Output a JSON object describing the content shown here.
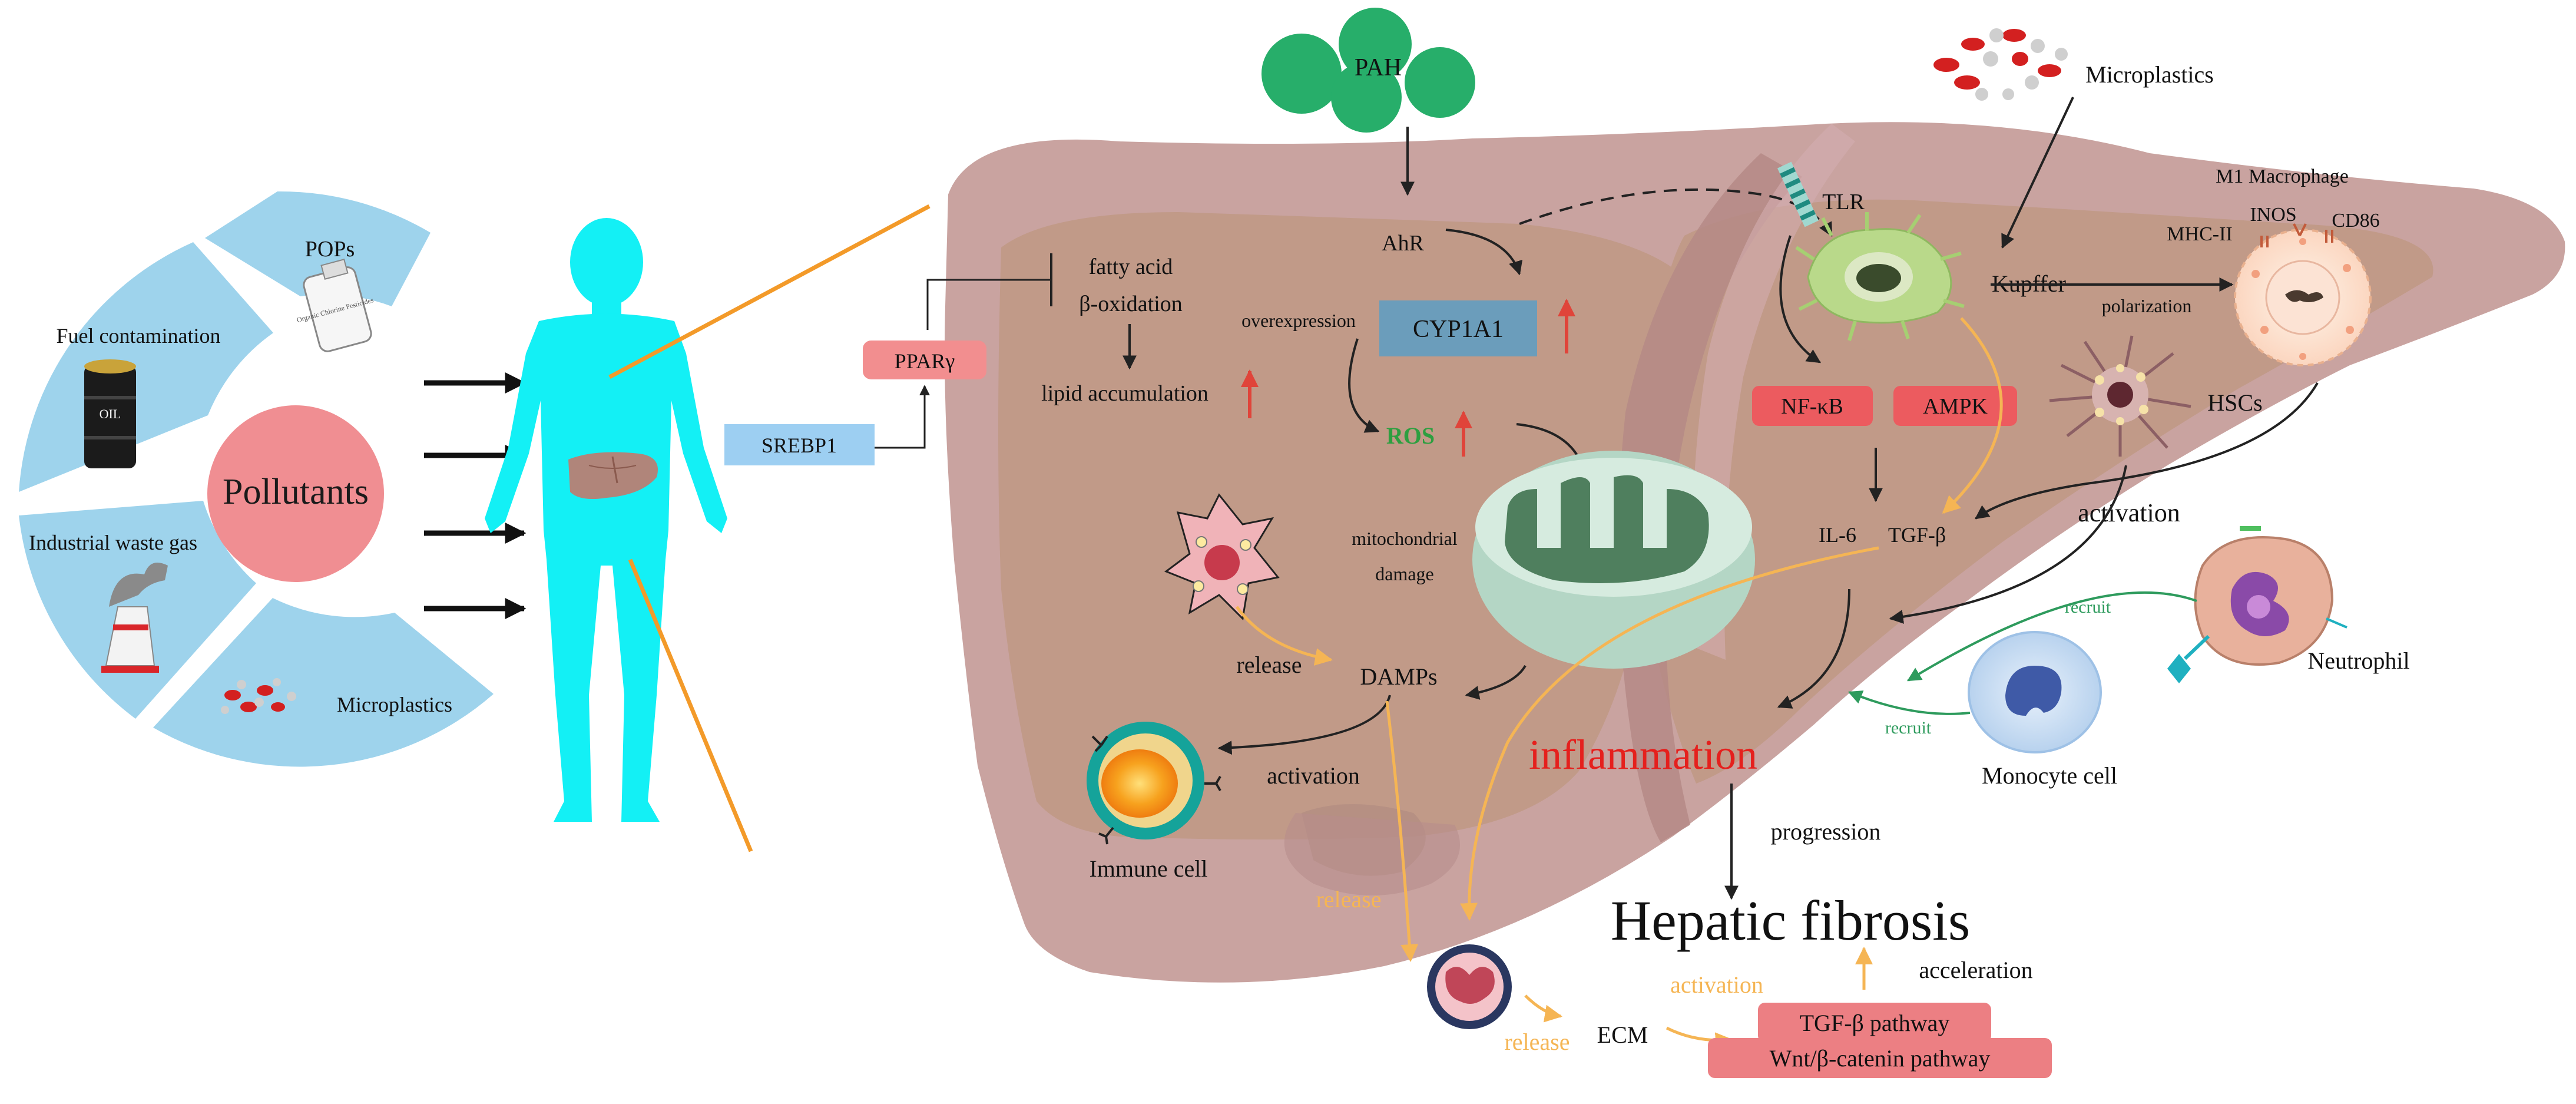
{
  "pollutant_wheel": {
    "center": "Pollutants",
    "segments": [
      {
        "label": "POPs"
      },
      {
        "label": "Fuel contamination"
      },
      {
        "label": "Industrial waste gas"
      },
      {
        "label": "Microplastics"
      }
    ],
    "oil_label": "OIL",
    "bottle_label": "Organic Chlorine Pesticides"
  },
  "diagram": {
    "pah": "PAH",
    "ahr": "AhR",
    "cyp1a1": "CYP1A1",
    "overexpression": "overexpression",
    "ros": "ROS",
    "fatty_acid_1": "fatty acid",
    "fatty_acid_2": "β-oxidation",
    "lipid_accumulation": "lipid accumulation",
    "ppar": "PPARγ",
    "srebp1": "SREBP1",
    "mito_1": "mitochondrial",
    "mito_2": "damage",
    "release_1": "release",
    "damps": "DAMPs",
    "activation_1": "activation",
    "immune_cell": "Immune cell",
    "microplastics_top": "Microplastics",
    "tlr": "TLR",
    "kupffer": "Kupffer",
    "polarization": "polarization",
    "m1_macrophage": "M1 Macrophage",
    "inos": "INOS",
    "mhc2": "MHC-II",
    "cd86": "CD86",
    "nfkb": "NF-κB",
    "ampk": "AMPK",
    "hscs": "HSCs",
    "il6": "IL-6",
    "tgfb": "TGF-β",
    "activation_2": "activation",
    "recruit_1": "recruit",
    "recruit_2": "recruit",
    "neutrophil": "Neutrophil",
    "monocyte": "Monocyte cell",
    "inflammation": "inflammation",
    "progression": "progression",
    "hepatic_fibrosis": "Hepatic fibrosis",
    "acceleration": "acceleration",
    "release_2": "release",
    "release_3": "release",
    "ecm": "ECM",
    "activation_3": "activation",
    "tgfb_pathway": "TGF-β pathway",
    "wnt_pathway": "Wnt/β-catenin pathway"
  },
  "colors": {
    "wheel_blue": "#9ed3ec",
    "pollutant_pink": "#f08e92",
    "body_cyan": "#13f0f5",
    "liver_outer": "#c9a3a0",
    "liver_inner": "#c19a88",
    "tag_red": "#ec5b5f",
    "tag_pink": "#f28e8f",
    "box_blue": "#6b9dbb",
    "srebp_blue": "#9dcff2",
    "ros_green": "#2d9f40",
    "orange_arrow": "#f5b554",
    "pah_green": "#27ae6a",
    "inflammation_red": "#e5201d",
    "recruit_green": "#2e9b5d"
  }
}
